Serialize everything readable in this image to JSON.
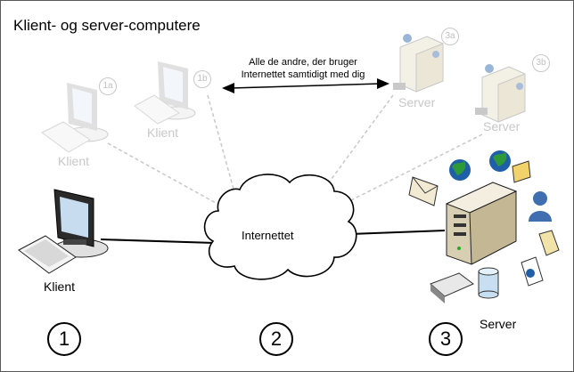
{
  "title": "Klient- og server-computere",
  "note": {
    "line1": "Alle de andre, der bruger",
    "line2": "Internettet samtidigt med dig"
  },
  "cloud_label": "Internettet",
  "clients": {
    "main": "Klient",
    "faded_1a": "Klient",
    "faded_1b": "Klient"
  },
  "servers": {
    "main": "Server",
    "faded_3a": "Server",
    "faded_3b": "Server"
  },
  "badges": {
    "b1a": "1a",
    "b1b": "1b",
    "b3a": "3a",
    "b3b": "3b"
  },
  "numbers": {
    "n1": "1",
    "n2": "2",
    "n3": "3"
  },
  "colors": {
    "faded": "#c8c8c8",
    "globe_blue": "#1f5fa8",
    "globe_green": "#2d9a3a",
    "tower": "#ece6d2",
    "person": "#3f6fb0"
  }
}
